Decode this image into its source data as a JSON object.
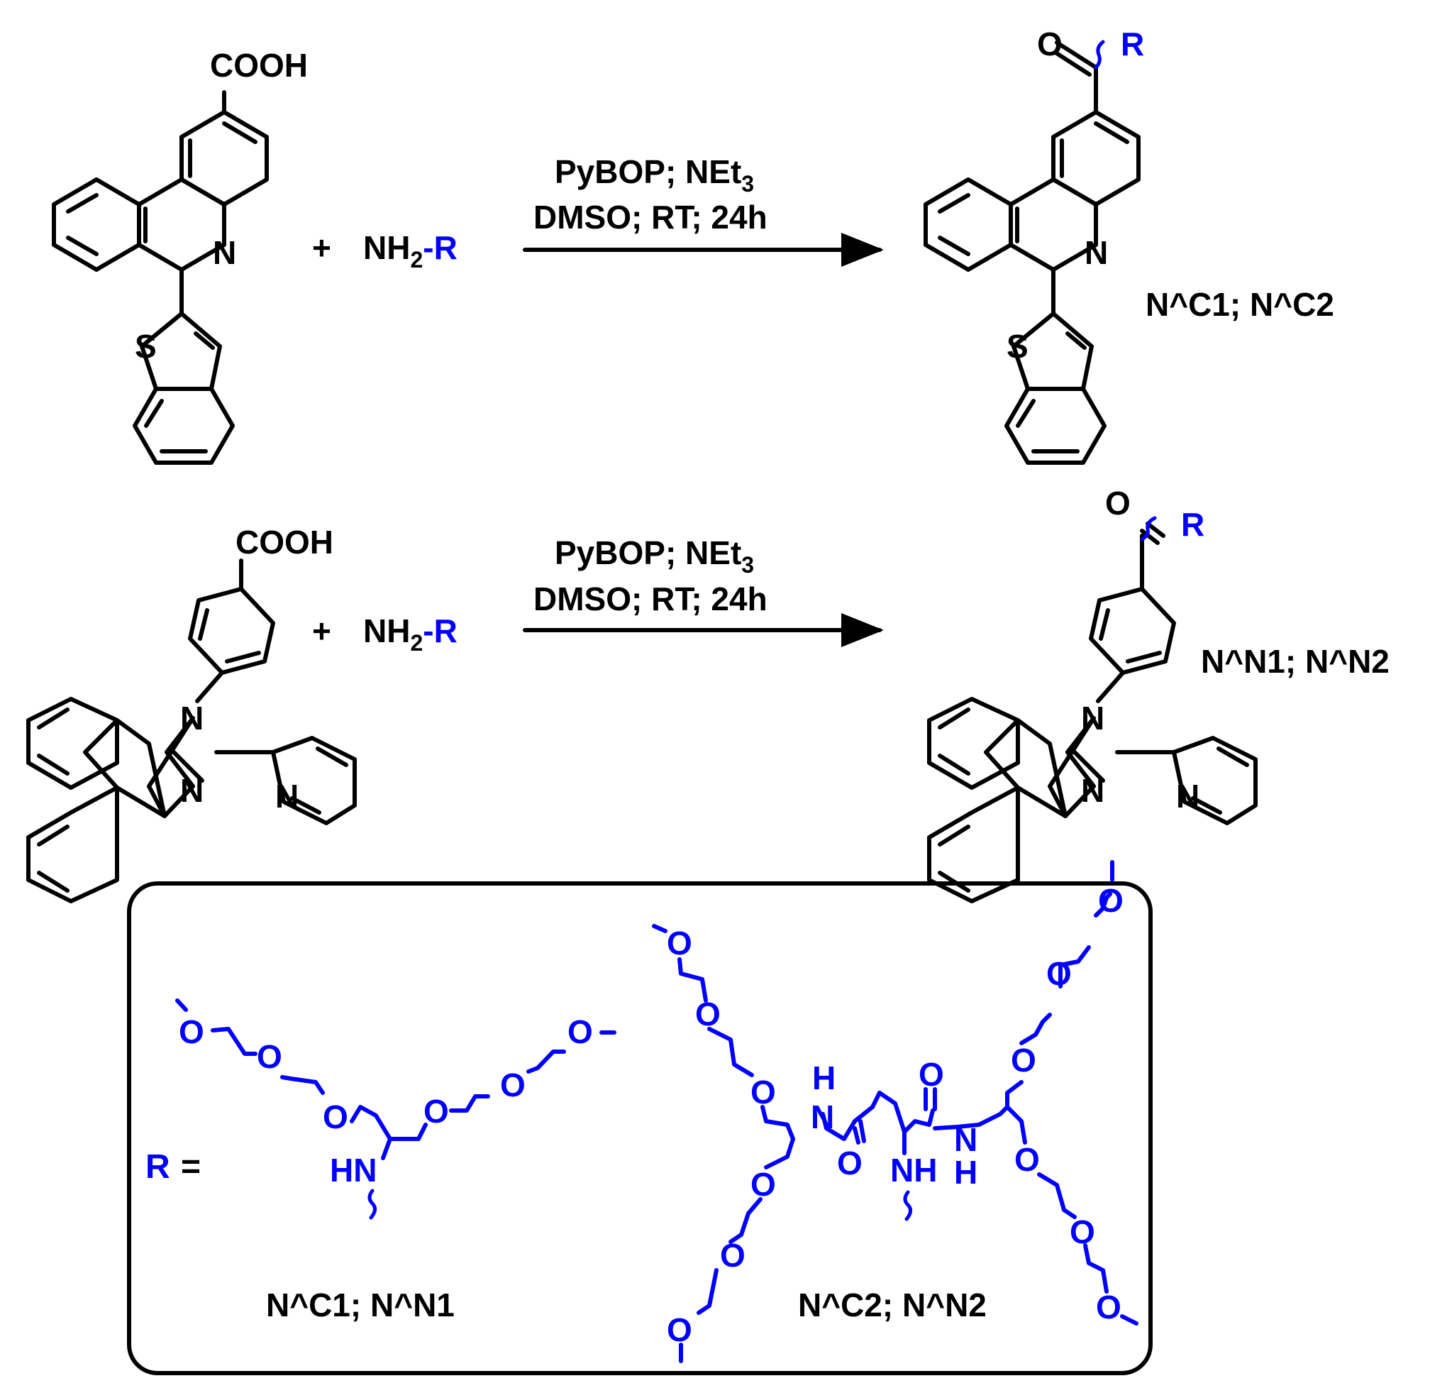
{
  "colors": {
    "black": "#000000",
    "blue": "#0000ff",
    "background": "#ffffff"
  },
  "reaction1": {
    "reactant_group": "COOH",
    "ring_n": "N",
    "ring_s": "S",
    "plus": "+",
    "amine": {
      "main": "NH",
      "subscript": "2",
      "substituent": "-R"
    },
    "conditions": {
      "line1": {
        "main": "PyBOP; NEt",
        "subscript": "3"
      },
      "line2": "DMSO; RT;  24h"
    },
    "product": {
      "carbonyl_o": "O",
      "r_group": "R",
      "ring_n": "N",
      "ring_s": "S"
    },
    "label": "N^C1; N^C2"
  },
  "reaction2": {
    "reactant_group": "COOH",
    "imidazole_n_top": "N",
    "imidazole_n_bottom": "N",
    "pyridine_n": "N",
    "plus": "+",
    "amine": {
      "main": "NH",
      "subscript": "2",
      "substituent": "-R"
    },
    "conditions": {
      "line1": {
        "main": "PyBOP; NEt",
        "subscript": "3"
      },
      "line2": "DMSO; RT;  24h"
    },
    "product": {
      "carbonyl_o": "O",
      "r_group": "R",
      "imidazole_n_top": "N",
      "imidazole_n_bottom": "N",
      "pyridine_n": "N"
    },
    "label": "N^N1; N^N2"
  },
  "r_box": {
    "r_label": "R",
    "equals": "=",
    "small": {
      "o1": "O",
      "o2": "O",
      "o3": "O",
      "o4": "O",
      "o5": "O",
      "o6": "O",
      "nh": "HN"
    },
    "large": {
      "left_o": [
        "O",
        "O",
        "O",
        "O",
        "O",
        "O"
      ],
      "right_o": [
        "O",
        "O",
        "O",
        "O",
        "O",
        "O"
      ],
      "amide_nh_left": {
        "n": "N",
        "h": "H"
      },
      "amide_o_left": "O",
      "amide_o_right": "O",
      "amine_nh": "NH",
      "amide_nh_right": {
        "n": "N",
        "h": "H"
      }
    },
    "label_small": "N^C1; N^N1",
    "label_large": "N^C2; N^N2"
  }
}
